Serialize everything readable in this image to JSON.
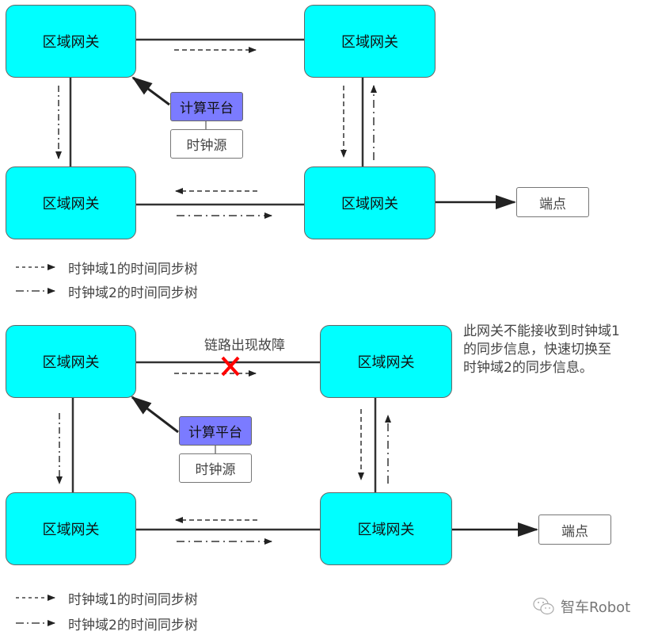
{
  "colors": {
    "gateway_fill": "#00ffff",
    "compute_fill": "#7b7bff",
    "fault_mark": "#ff0000",
    "line": "#333333"
  },
  "top_diagram": {
    "gateways": {
      "top_left": "区域网关",
      "top_right": "区域网关",
      "bottom_left": "区域网关",
      "bottom_right": "区域网关"
    },
    "compute_platform": "计算平台",
    "clock_source": "时钟源",
    "endpoint": "端点"
  },
  "legend_top": {
    "domain1": "时钟域1的时间同步树",
    "domain2": "时钟域2的时间同步树"
  },
  "bottom_diagram": {
    "gateways": {
      "top_left": "区域网关",
      "top_right": "区域网关",
      "bottom_left": "区域网关",
      "bottom_right": "区域网关"
    },
    "compute_platform": "计算平台",
    "clock_source": "时钟源",
    "endpoint": "端点",
    "fault_label": "链路出现故障",
    "fault_icon": "red-x-icon",
    "note_lines": [
      "此网关不能接收到时钟域1",
      "的同步信息，快速切换至",
      "时钟域2的同步信息。"
    ]
  },
  "legend_bottom": {
    "domain1": "时钟域1的时间同步树",
    "domain2": "时钟域2的时间同步树"
  },
  "watermark": {
    "icon": "wechat-icon",
    "text": "智车Robot"
  }
}
